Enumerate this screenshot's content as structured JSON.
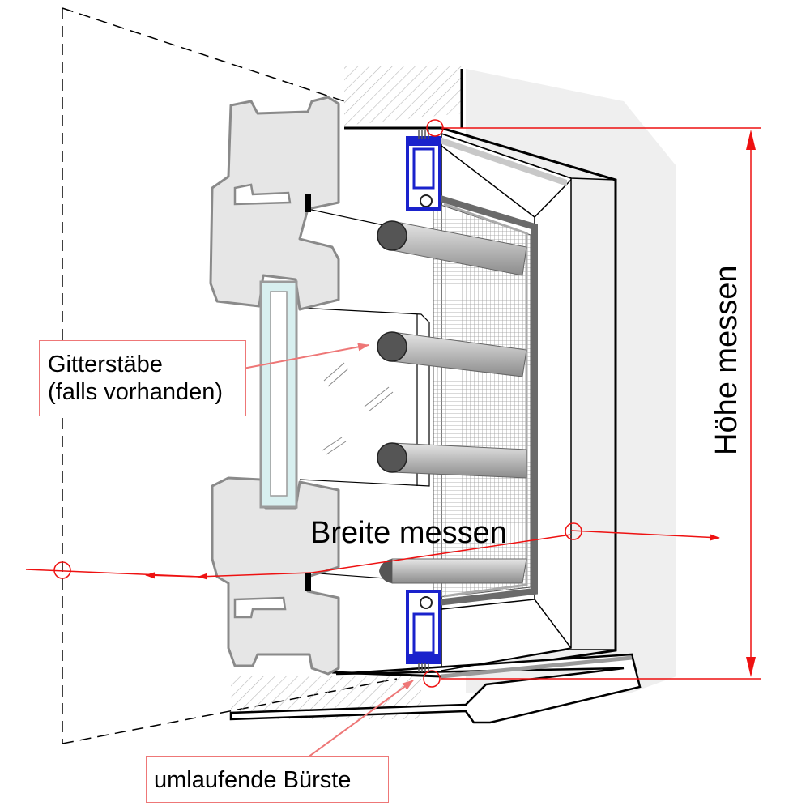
{
  "annotations": {
    "bars_line1": "Gitterstäbe",
    "bars_line2": "(falls vorhanden)",
    "brush": "umlaufende Bürste",
    "width": "Breite messen",
    "height": "Höhe messen"
  },
  "colors": {
    "dimension": "#ee1111",
    "callout": "#ee7777",
    "frame_fill": "#e6e6e6",
    "profile_blue": "#1a22cc",
    "mesh": "#9a9a9a"
  }
}
